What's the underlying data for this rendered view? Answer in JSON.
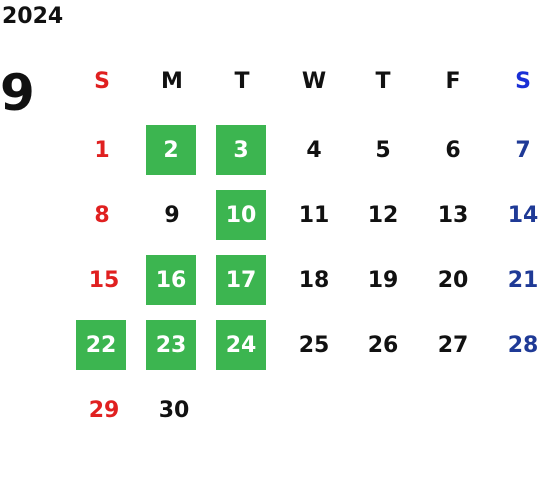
{
  "year": "2024",
  "month": "9",
  "weekdays": [
    "S",
    "M",
    "T",
    "W",
    "T",
    "F",
    "S"
  ],
  "highlight_color": "#3cb550",
  "sunday_color": "#e02020",
  "saturday_color": "#1f3a96",
  "weeks": [
    [
      "1",
      "2",
      "3",
      "4",
      "5",
      "6",
      "7"
    ],
    [
      "8",
      "9",
      "10",
      "11",
      "12",
      "13",
      "14"
    ],
    [
      "15",
      "16",
      "17",
      "18",
      "19",
      "20",
      "21"
    ],
    [
      "22",
      "23",
      "24",
      "25",
      "26",
      "27",
      "28"
    ],
    [
      "29",
      "30",
      "",
      "",
      "",
      "",
      ""
    ]
  ],
  "highlighted_days": [
    "2",
    "3",
    "10",
    "16",
    "17",
    "22",
    "23",
    "24"
  ]
}
